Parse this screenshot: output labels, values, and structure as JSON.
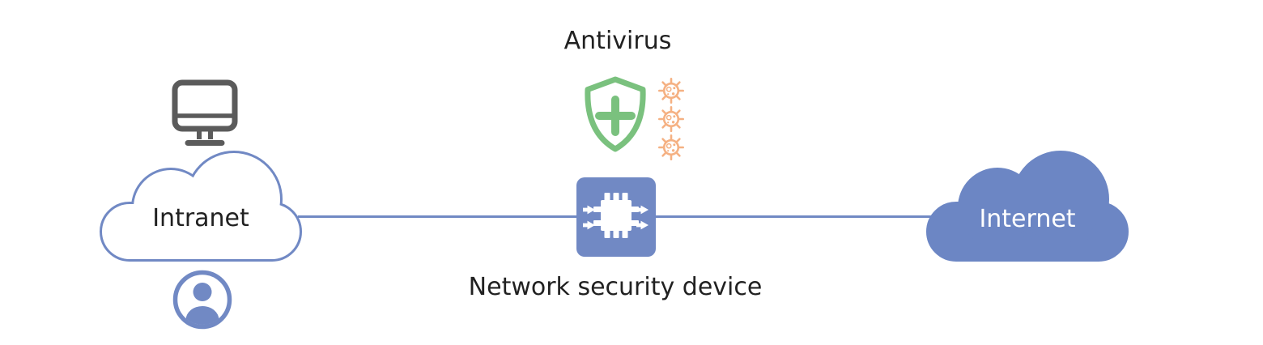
{
  "diagram": {
    "antivirus_label": "Antivirus",
    "nodes": {
      "intranet": {
        "label": "Intranet"
      },
      "internet": {
        "label": "Internet"
      },
      "device": {
        "label": "Network security device"
      }
    }
  },
  "colors": {
    "connector_blue": "#7189C4",
    "cloud_fill_blue": "#6C86C4",
    "shield_green": "#7AC17E",
    "virus_peach": "#F5B183",
    "monitor_gray": "#5B5B5B",
    "label_text": "#212121",
    "internet_label_text": "#FFFFFF"
  },
  "icons": {
    "monitor": "monitor-icon",
    "user": "user-avatar-icon",
    "shield": "shield-plus-icon",
    "virus": "virus-icon",
    "device": "network-device-chip-icon"
  }
}
